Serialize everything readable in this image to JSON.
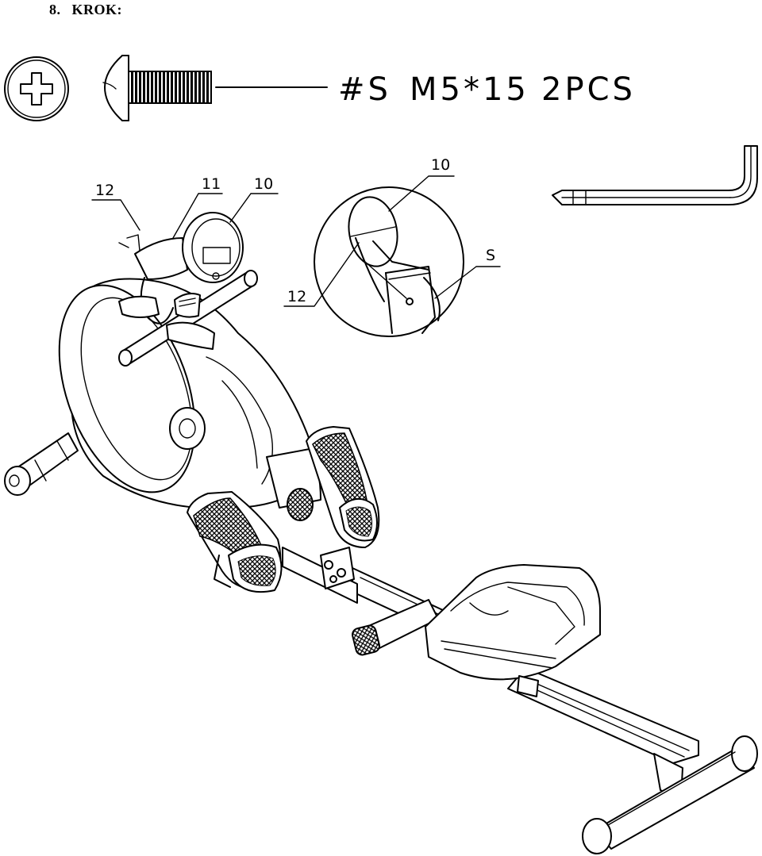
{
  "step": {
    "number": "8.",
    "title": "KROK:"
  },
  "hardware": {
    "code": "#S",
    "spec": "M5*15",
    "qty": "2PCS"
  },
  "labels": {
    "monitor": "10",
    "bracket": "11",
    "cable": "12",
    "detail_monitor": "10",
    "detail_cable": "12",
    "detail_screw": "S"
  },
  "icons": [
    "phillips-head-icon",
    "bolt-icon",
    "allen-key-icon"
  ]
}
